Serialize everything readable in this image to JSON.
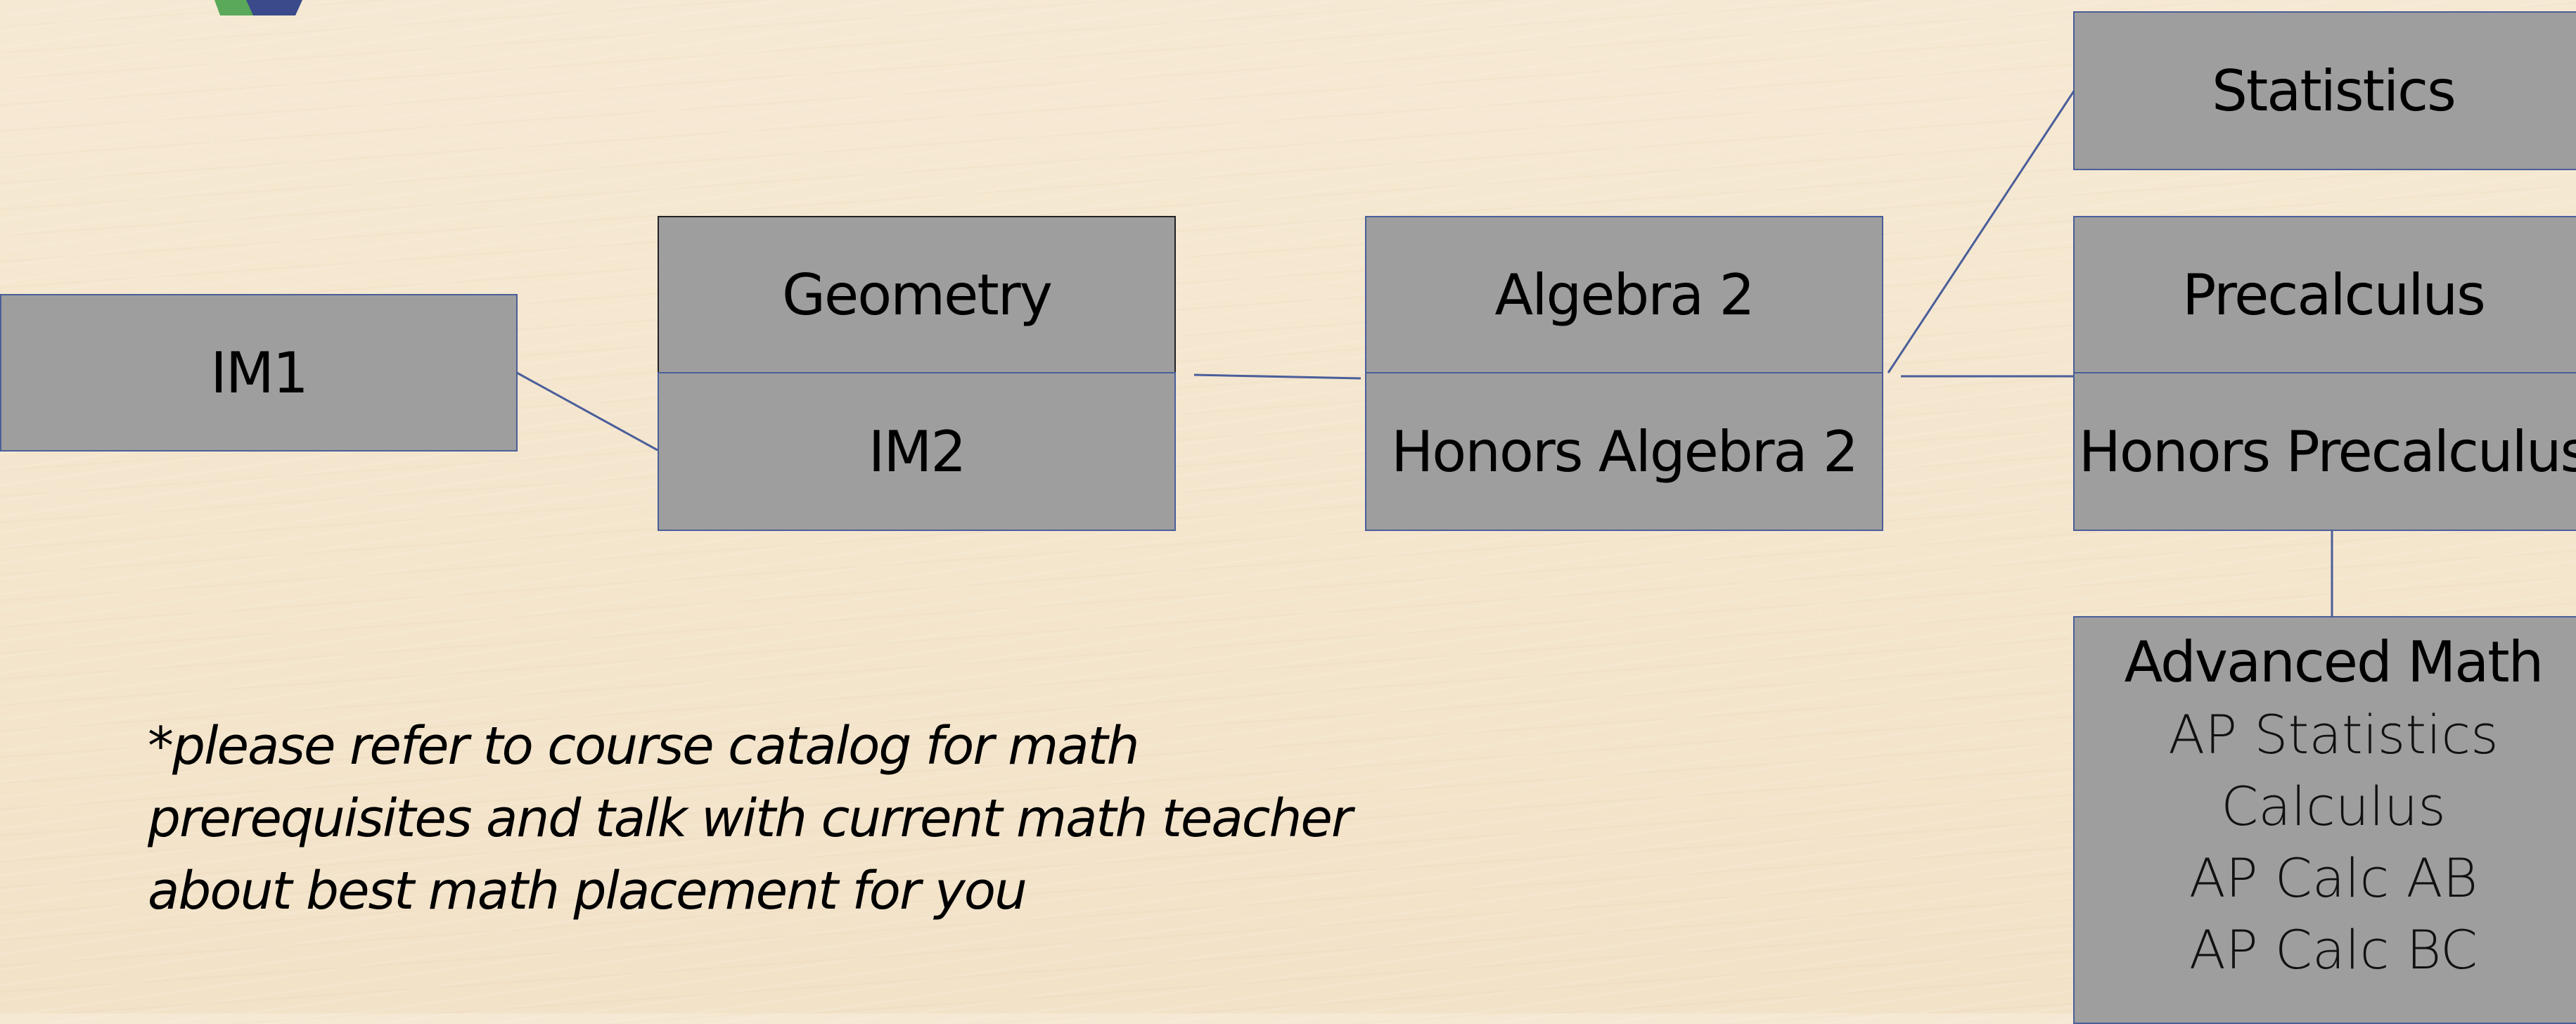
{
  "courses": {
    "im1": "IM1",
    "geometry": "Geometry",
    "im2": "IM2",
    "algebra2": "Algebra 2",
    "honors_algebra2": "Honors Algebra 2",
    "statistics": "Statistics",
    "precalculus": "Precalculus",
    "honors_precalculus": "Honors Precalculus"
  },
  "advanced_math": {
    "title": "Advanced Math",
    "items": [
      "AP Statistics",
      "Calculus",
      "AP Calc AB",
      "AP Calc BC"
    ]
  },
  "note": "*please refer to course catalog for math prerequisites and talk with current math teacher about best math placement for you",
  "colors": {
    "box_fill": "#9e9e9e",
    "box_border": "#4a5e9a",
    "connector": "#4a5e9a",
    "background": "#f4e6cf"
  }
}
